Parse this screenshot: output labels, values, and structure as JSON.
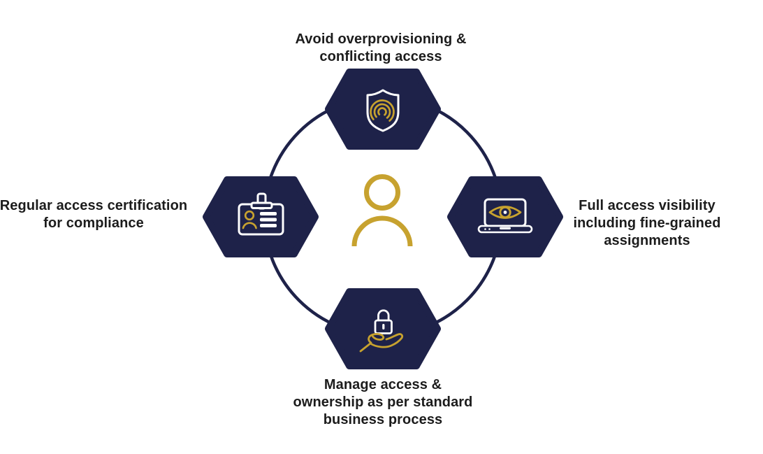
{
  "diagram": {
    "colors": {
      "navy": "#1E2249",
      "gold": "#C7A22F",
      "label": "#1C1C1C",
      "white": "#FFFFFF",
      "bg": "#FFFFFF"
    },
    "center": {
      "icon": "person-icon"
    },
    "nodes": [
      {
        "position": "top",
        "icon": "shield-fingerprint-icon",
        "label": "Avoid overprovisioning &\nconflicting access"
      },
      {
        "position": "left",
        "icon": "id-badge-icon",
        "label": "Regular access certification\nfor compliance"
      },
      {
        "position": "right",
        "icon": "laptop-eye-icon",
        "label": "Full access visibility\nincluding fine-grained\nassignments"
      },
      {
        "position": "bottom",
        "icon": "lock-hand-icon",
        "label": "Manage access &\nownership as per standard\nbusiness process"
      }
    ]
  }
}
